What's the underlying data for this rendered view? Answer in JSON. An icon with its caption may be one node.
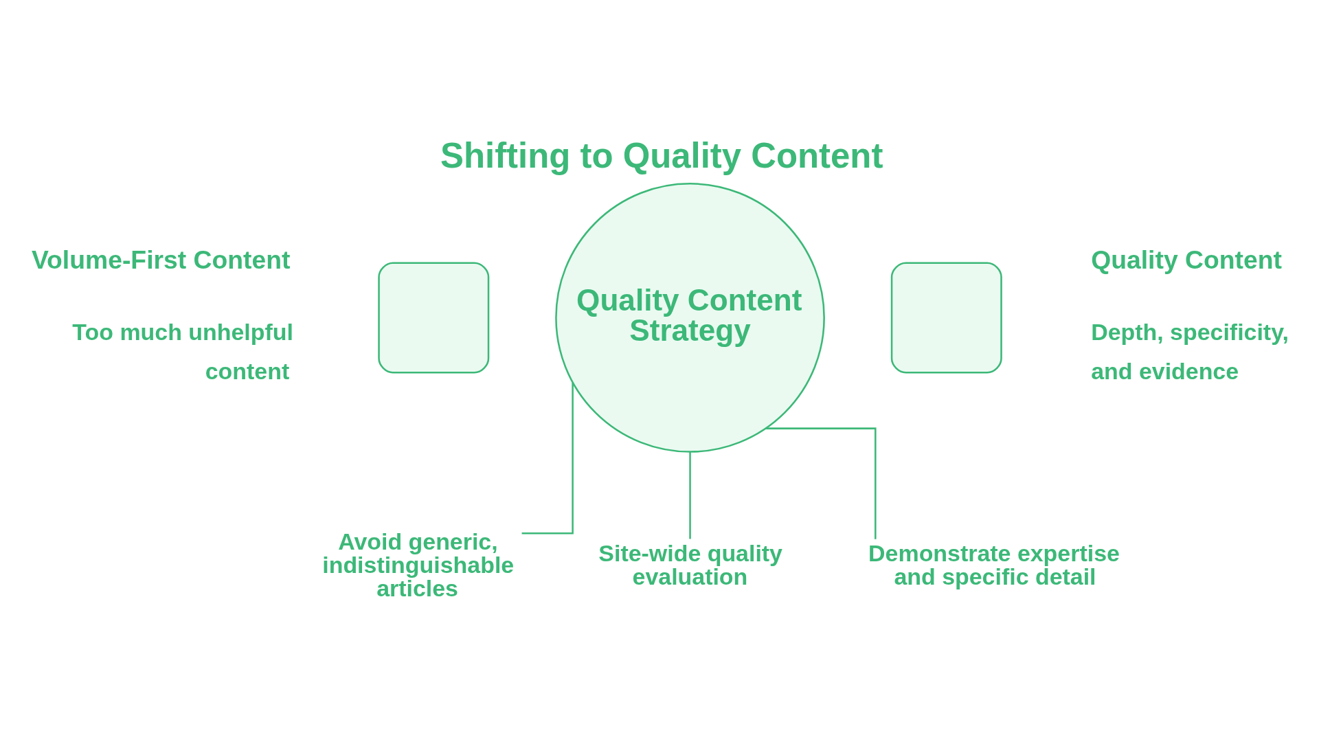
{
  "diagram": {
    "title": "Shifting to Quality Content",
    "nodes": [
      {
        "text": [],
        "shape": "box",
        "beside": [
          "Volume-First Content",
          "Too much unhelpful content"
        ]
      },
      {
        "text": [
          "Quality Content Strategy"
        ]
      },
      {
        "text": [],
        "shape": "box",
        "beside": [
          "Quality Content",
          "Depth, specificity, and evidence"
        ]
      },
      {
        "text": [
          "Avoid generic, indistinguishable articles"
        ]
      },
      {
        "text": [
          "Site-wide quality evaluation"
        ]
      },
      {
        "text": [
          "Demonstrate expertise and specific detail"
        ]
      }
    ],
    "edges": [
      {
        "from": 1,
        "to": 3,
        "arrow": "none"
      },
      {
        "from": 1,
        "to": 4,
        "arrow": "none"
      },
      {
        "from": 1,
        "to": 5,
        "arrow": "none"
      }
    ]
  }
}
